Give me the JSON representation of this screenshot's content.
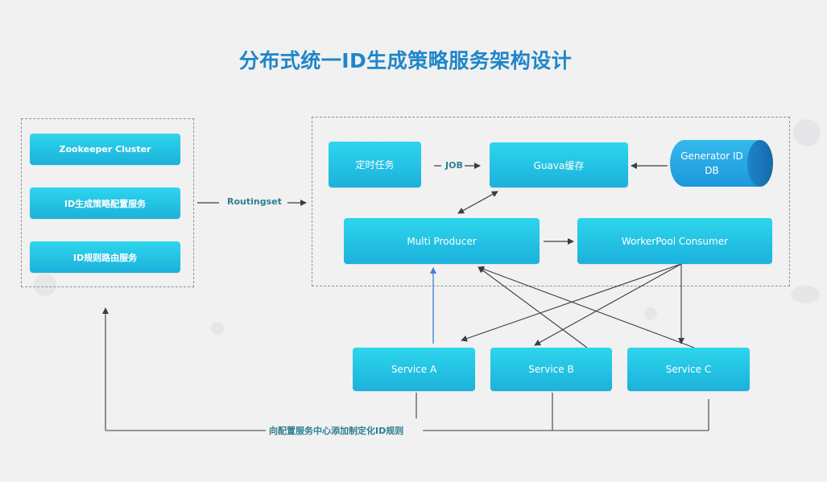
{
  "title": "分布式统一ID生成策略服务架构设计",
  "left_group": {
    "nodes": [
      {
        "label": "Zookeeper Cluster"
      },
      {
        "label": "ID生成策略配置服务"
      },
      {
        "label": "ID规则路由服务"
      }
    ]
  },
  "edge_labels": {
    "routingset": "Routingset",
    "job": "JOB",
    "feedback": "向配置服务中心添加制定化ID规则"
  },
  "core_group": {
    "timer_task": "定时任务",
    "guava_cache": "Guava缓存",
    "db": {
      "line1": "Generator ID",
      "line2": "DB"
    },
    "multi_producer": "Multi Producer",
    "workerpool_consumer": "WorkerPool Consumer"
  },
  "services": [
    {
      "label": "Service A"
    },
    {
      "label": "Service B"
    },
    {
      "label": "Service C"
    }
  ],
  "colors": {
    "title": "#1f86c8",
    "node_top": "#2ed5ec",
    "node_bottom": "#1cb1dc",
    "db": "#1c97dc",
    "arrow": "#3a3d47",
    "highlight_arrow": "#3b82d6",
    "edge_label": "#2d7f8f"
  }
}
